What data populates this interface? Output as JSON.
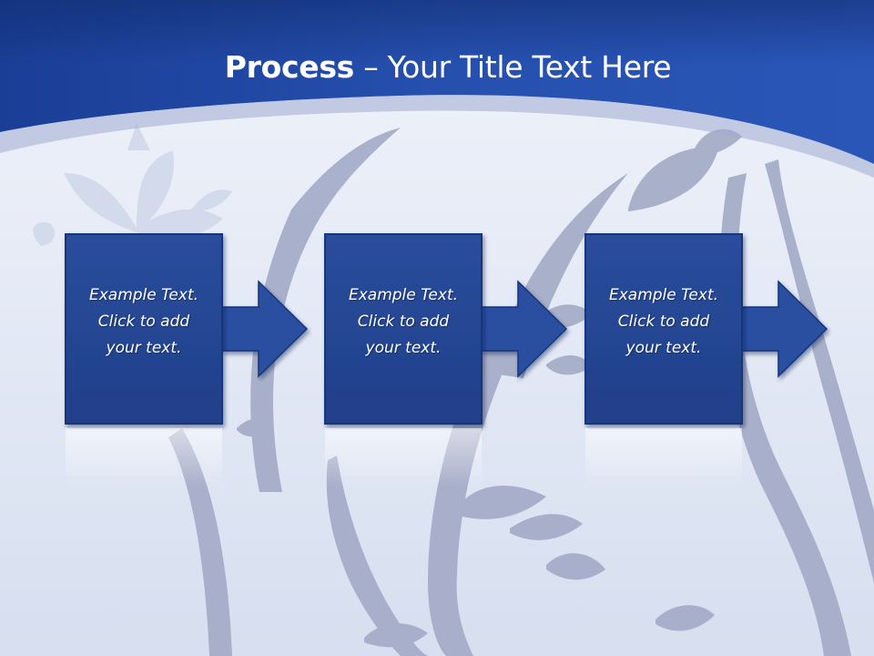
{
  "slide": {
    "title_bold": "Process",
    "title_rest": " – Your Title Text Here",
    "steps": [
      {
        "lines": [
          "Example Text.",
          "Click  to add",
          "your text."
        ]
      },
      {
        "lines": [
          "Example Text.",
          "Click  to add",
          "your text."
        ]
      },
      {
        "lines": [
          "Example Text.",
          "Click  to add",
          "your text."
        ]
      }
    ]
  },
  "colors": {
    "header_blue": "#234da6",
    "header_dark": "#16347f",
    "box_fill": "#234592",
    "box_stroke": "#16357a",
    "arrow_fill": "#2a4fa1",
    "background_light": "#e4eaf5",
    "floral": "#a3abc6"
  }
}
